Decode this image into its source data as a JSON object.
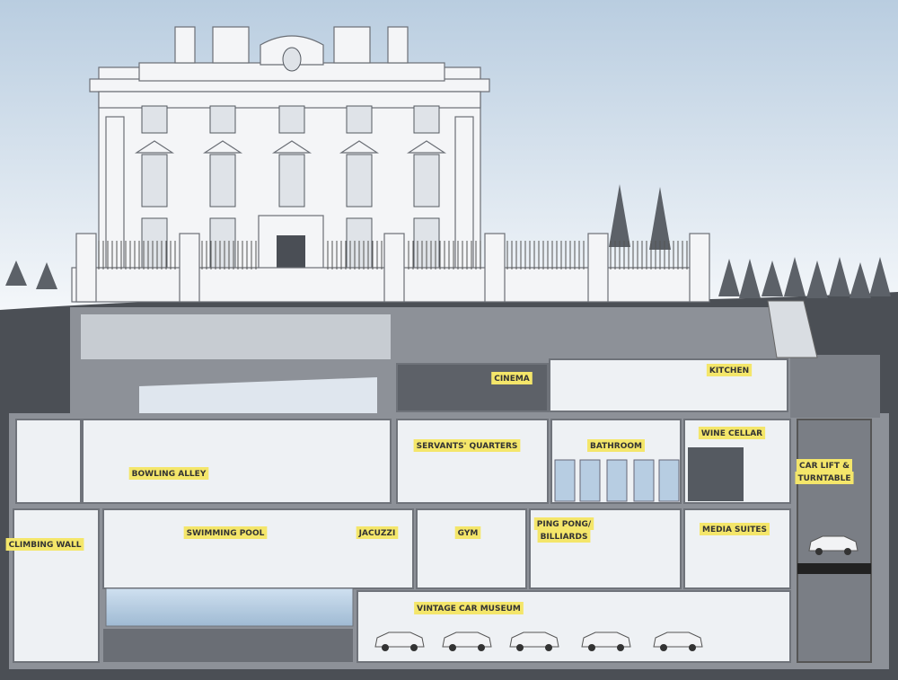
{
  "labels": {
    "cinema": "CINEMA",
    "kitchen": "KITCHEN",
    "servants_quarters": "SERVANTS' QUARTERS",
    "bathroom": "BATHROOM",
    "wine_cellar": "WINE CELLAR",
    "bowling_alley": "BOWLING ALLEY",
    "car_lift_1": "CAR LIFT &",
    "car_lift_2": "TURNTABLE",
    "climbing_wall": "CLIMBING WALL",
    "swimming_pool": "SWIMMING POOL",
    "jacuzzi": "JACUZZI",
    "gym": "GYM",
    "ping_pong_1": "PING PONG/",
    "ping_pong_2": "BILLIARDS",
    "media_suites": "MEDIA SUITES",
    "vintage_car_museum": "VINTAGE CAR MUSEUM"
  },
  "colors": {
    "label_highlight": "#f4e66a",
    "ground": "#4b4f55",
    "sky_top": "#b9cde0",
    "sky_bottom": "#f4f7fa"
  }
}
